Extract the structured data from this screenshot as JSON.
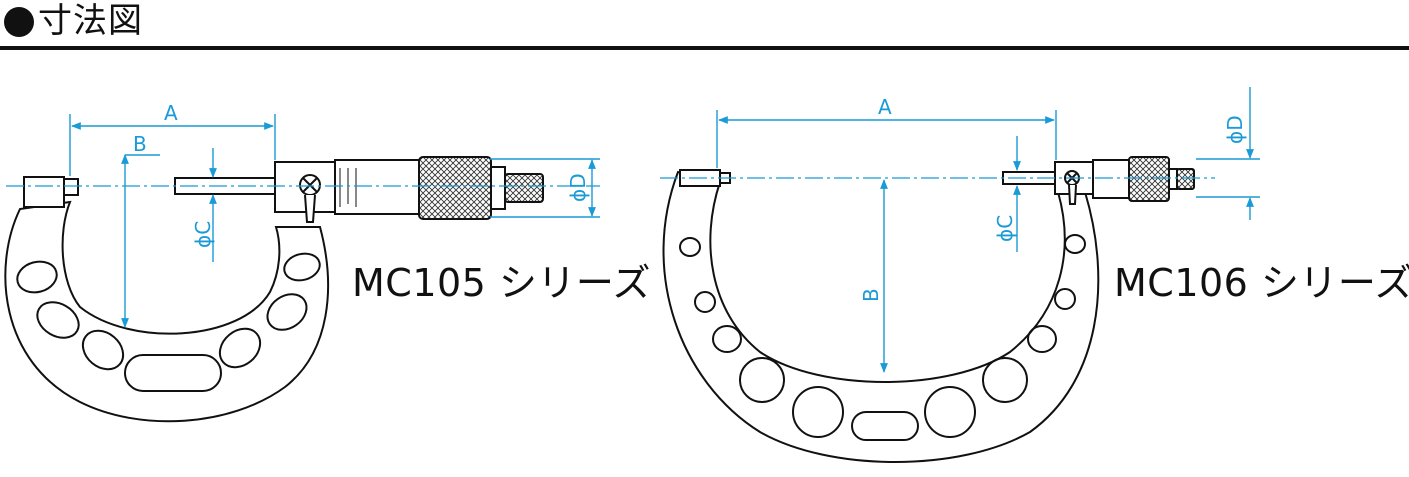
{
  "header": {
    "title": "寸法図"
  },
  "models": [
    {
      "series_label": "MC105 シリーズ",
      "dimensions": {
        "a": "A",
        "b": "B",
        "c": "ϕC",
        "d": "ϕD"
      }
    },
    {
      "series_label": "MC106 シリーズ",
      "dimensions": {
        "a": "A",
        "b": "B",
        "c": "ϕC",
        "d": "ϕD"
      }
    }
  ],
  "colors": {
    "line": "#111111",
    "dimension": "#1a9ad6",
    "knurl": "#333333"
  }
}
